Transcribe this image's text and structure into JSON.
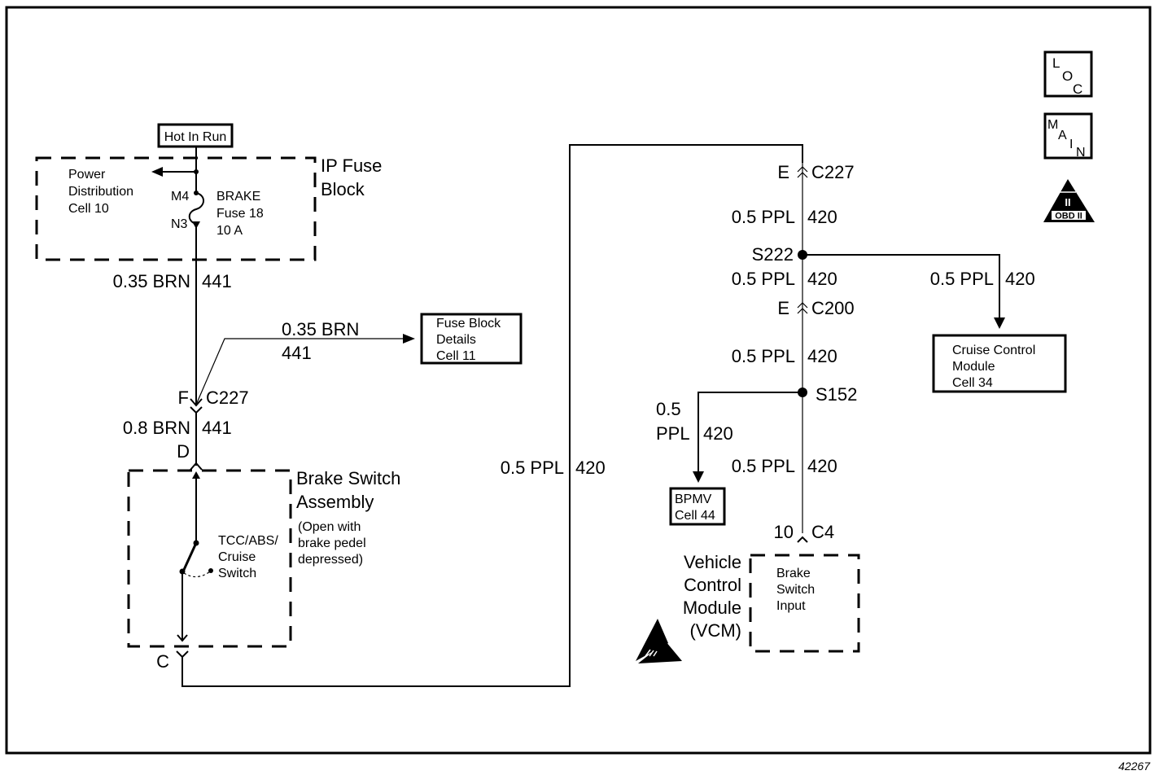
{
  "diagram": {
    "figure_number": "42267",
    "hot_in_run": "Hot In Run",
    "ip_fuse_block": {
      "title_line1": "IP Fuse",
      "title_line2": "Block",
      "power_distribution": [
        "Power",
        "Distribution",
        "Cell 10"
      ],
      "pin_in": "M4",
      "pin_out": "N3",
      "fuse": [
        "BRAKE",
        "Fuse 18",
        "10 A"
      ]
    },
    "wires": {
      "w1_size_color": "0.35 BRN",
      "w1_circuit": "441",
      "w2_size_color": "0.35 BRN",
      "w2_circuit": "441",
      "w3_size_color": "0.8 BRN",
      "w3_circuit": "441",
      "w4_size_color": "0.5 PPL",
      "w4_circuit": "420",
      "w5_size_color": "0.5 PPL",
      "w5_circuit": "420",
      "w6_size_color": "0.5 PPL",
      "w6_circuit": "420",
      "w7_size_color": "0.5 PPL",
      "w7_circuit": "420",
      "w8_size_color": "0.5 PPL",
      "w8_circuit": "420",
      "w9_size_line1": "0.5",
      "w9_size_line2": "PPL",
      "w9_circuit": "420",
      "w10_size_color": "0.5 PPL",
      "w10_circuit": "420"
    },
    "fuse_block_details": [
      "Fuse Block",
      "Details",
      "Cell 11"
    ],
    "connectors": {
      "c227_left_pin": "F",
      "c227_left_name": "C227",
      "brake_switch_top_pin": "D",
      "brake_switch_bottom_pin": "C",
      "c227_right_pin": "E",
      "c227_right_name": "C227",
      "c200_pin": "E",
      "c200_name": "C200",
      "c4_pin": "10",
      "c4_name": "C4"
    },
    "splices": {
      "s222": "S222",
      "s152": "S152"
    },
    "brake_switch_assembly": {
      "title_line1": "Brake Switch",
      "title_line2": "Assembly",
      "note": [
        "(Open with",
        "brake pedel",
        "depressed)"
      ],
      "switch_label": [
        "TCC/ABS/",
        "Cruise",
        "Switch"
      ]
    },
    "cruise_control_module": [
      "Cruise Control",
      "Module",
      "Cell 34"
    ],
    "bpmv": [
      "BPMV",
      "Cell 44"
    ],
    "vcm": {
      "title": [
        "Vehicle",
        "Control",
        "Module",
        "(VCM)"
      ],
      "input": [
        "Brake",
        "Switch",
        "Input"
      ]
    },
    "legend_icons": {
      "loc": [
        "L",
        "O",
        "C"
      ],
      "main": [
        "M",
        "A",
        "I",
        "N"
      ],
      "obd": "OBD II",
      "obd_roman": "II"
    }
  }
}
